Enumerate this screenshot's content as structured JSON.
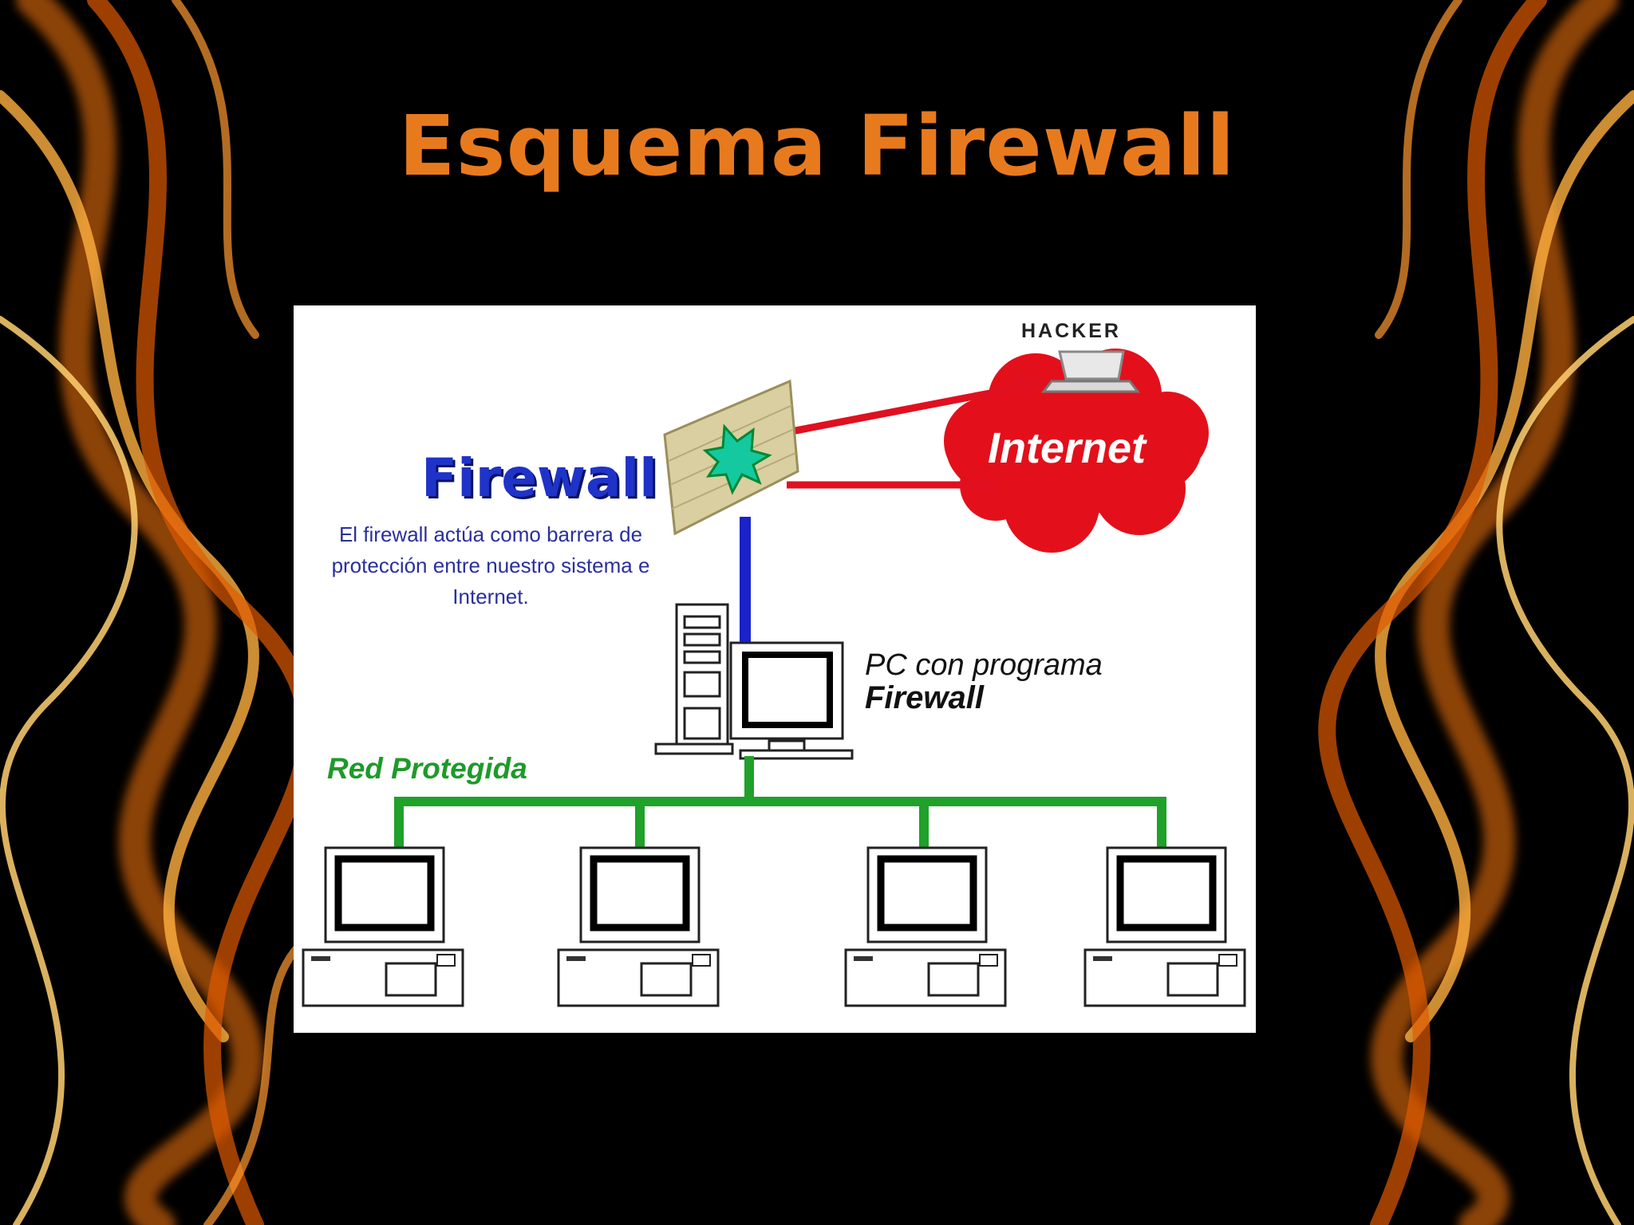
{
  "slide": {
    "title": "Esquema Firewall",
    "title_color": "#E87A1E",
    "background_color": "#000000"
  },
  "diagram": {
    "hacker_label": "HACKER",
    "internet_label": "Internet",
    "firewall_heading": "Firewall",
    "firewall_description": "El firewall actúa como barrera de protección entre nuestro sistema e Internet.",
    "pc_caption_line1": "PC con programa",
    "pc_caption_line2": "Firewall",
    "network_label": "Red Protegida",
    "colors": {
      "internet_cloud": "#E3101B",
      "attack_arrow": "#E01020",
      "uplink": "#1A22C8",
      "protected_network": "#1FA12A",
      "firewall_text": "#1F33C8",
      "description_text": "#2A2F9E",
      "network_text": "#1E9A2A",
      "firewall_wall": "#D9CFA0",
      "burst": "#14C9A0"
    },
    "client_count": 4
  }
}
